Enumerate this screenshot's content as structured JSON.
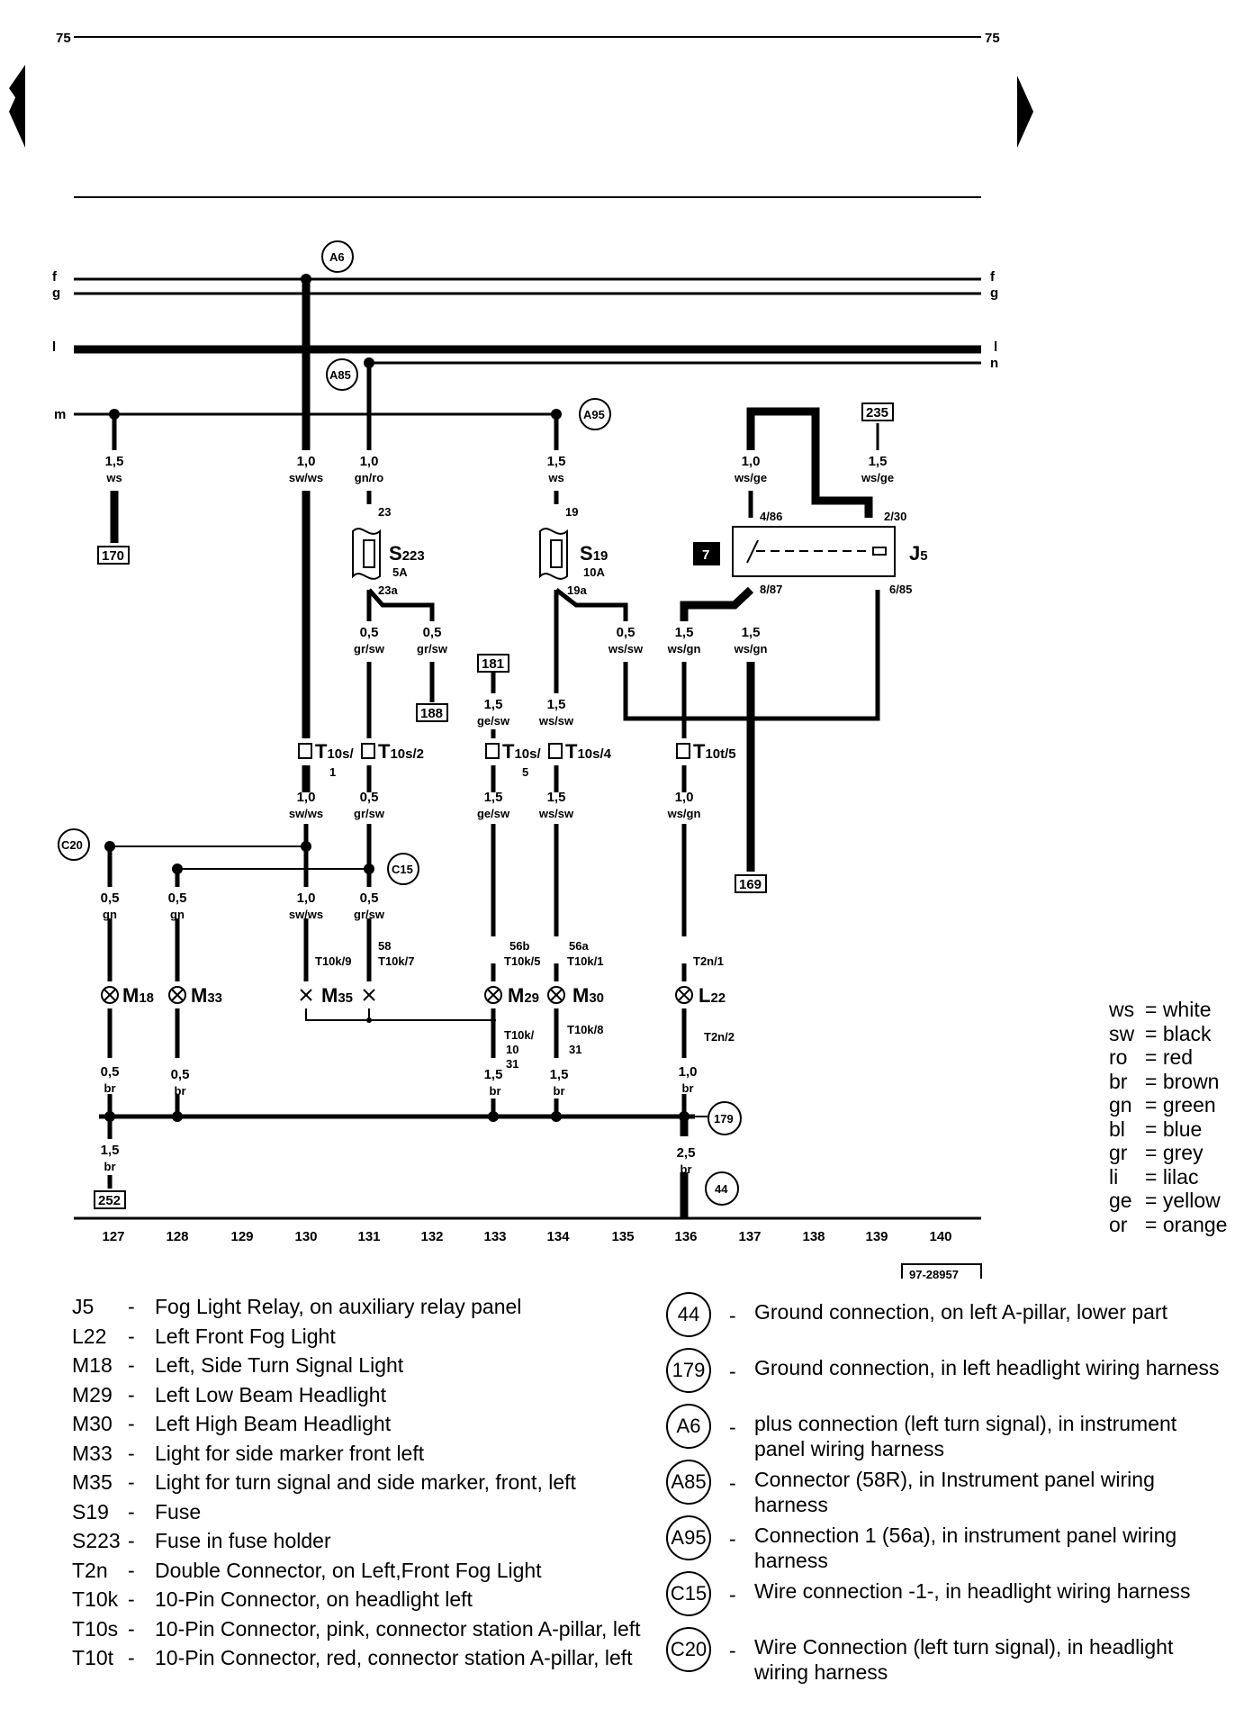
{
  "page": {
    "number_left": "75",
    "number_right": "75",
    "ref_code": "97-28957"
  },
  "rails": {
    "f": "f",
    "g": "g",
    "l": "l",
    "n": "n",
    "m": "m"
  },
  "columns": [
    "127",
    "128",
    "129",
    "130",
    "131",
    "132",
    "133",
    "134",
    "135",
    "136",
    "137",
    "138",
    "139",
    "140"
  ],
  "circle_labels": {
    "a6": "A6",
    "a85": "A85",
    "a95": "A95",
    "c20": "C20",
    "c15": "C15",
    "g179": "179",
    "g44": "44"
  },
  "box_labels": {
    "b170": "170",
    "b235": "235",
    "b181": "181",
    "b188": "188",
    "b169": "169",
    "b252": "252",
    "b7": "7"
  },
  "wires": {
    "w1": [
      "1,5",
      "ws"
    ],
    "w2": [
      "1,0",
      "sw/ws"
    ],
    "w3": [
      "1,0",
      "gn/ro"
    ],
    "w4": [
      "1,5",
      "ws"
    ],
    "w5": [
      "1,0",
      "ws/ge"
    ],
    "w6": [
      "1,5",
      "ws/ge"
    ],
    "w7": [
      "0,5",
      "gr/sw"
    ],
    "w8": [
      "0,5",
      "gr/sw"
    ],
    "w9": [
      "0,5",
      "ws/sw"
    ],
    "w10": [
      "1,5",
      "ws/gn"
    ],
    "w11": [
      "1,5",
      "ws/gn"
    ],
    "w12": [
      "1,5",
      "ge/sw"
    ],
    "w13": [
      "1,5",
      "ws/sw"
    ],
    "w14": [
      "1,0",
      "sw/ws"
    ],
    "w15": [
      "0,5",
      "gr/sw"
    ],
    "w16": [
      "1,5",
      "ge/sw"
    ],
    "w17": [
      "1,5",
      "ws/sw"
    ],
    "w18": [
      "1,0",
      "ws/gn"
    ],
    "w19": [
      "0,5",
      "gn"
    ],
    "w20": [
      "0,5",
      "gn"
    ],
    "w21": [
      "1,0",
      "sw/ws"
    ],
    "w22": [
      "0,5",
      "gr/sw"
    ],
    "w23": [
      "0,5",
      "br"
    ],
    "w24": [
      "0,5",
      "br"
    ],
    "w25": [
      "1,5",
      "br"
    ],
    "w26": [
      "1,5",
      "br"
    ],
    "w27": [
      "1,0",
      "br"
    ],
    "w28": [
      "1,5",
      "br"
    ],
    "w29": [
      "2,5",
      "br"
    ]
  },
  "pins": {
    "p23": "23",
    "p23a": "23a",
    "p19": "19",
    "p19a": "19a",
    "p486": "4/86",
    "p230": "2/30",
    "p887": "8/87",
    "p685": "6/85",
    "t10k9": "T10k/9",
    "t10k7": "T10k/7",
    "t10k5": "T10k/5",
    "t10k1": "T10k/1",
    "t2n1": "T2n/1",
    "t2n2": "T2n/2",
    "t10k10": "T10k/",
    "t10k10b": "10",
    "t10k8": "T10k/8",
    "n58": "58",
    "n56b": "56b",
    "n56a": "56a",
    "n31a": "31",
    "n31b": "31"
  },
  "components": {
    "s223": "S",
    "s223_sub": "223",
    "s223_amp": "5A",
    "s19": "S",
    "s19_sub": "19",
    "s19_amp": "10A",
    "j5": "J",
    "j5_sub": "5",
    "t10s1": "T",
    "t10s1_sub": "10s/",
    "t10s1_b": "1",
    "t10s2": "T",
    "t10s2_sub": "10s/2",
    "t10s5": "T",
    "t10s5_sub": "10s/",
    "t10s5_b": "5",
    "t10s4": "T",
    "t10s4_sub": "10s/4",
    "t10t5": "T",
    "t10t5_sub": "10t/5",
    "m18": "M",
    "m18_sub": "18",
    "m33": "M",
    "m33_sub": "33",
    "m35": "M",
    "m35_sub": "35",
    "m29": "M",
    "m29_sub": "29",
    "m30": "M",
    "m30_sub": "30",
    "l22": "L",
    "l22_sub": "22"
  },
  "color_legend": [
    {
      "ab": "ws",
      "name": "= white"
    },
    {
      "ab": "sw",
      "name": "= black"
    },
    {
      "ab": "ro",
      "name": "= red"
    },
    {
      "ab": "br",
      "name": "= brown"
    },
    {
      "ab": "gn",
      "name": "= green"
    },
    {
      "ab": "bl",
      "name": "= blue"
    },
    {
      "ab": "gr",
      "name": "= grey"
    },
    {
      "ab": "li",
      "name": "= lilac"
    },
    {
      "ab": "ge",
      "name": "= yellow"
    },
    {
      "ab": "or",
      "name": "= orange"
    }
  ],
  "legend_left": [
    {
      "code": "J5",
      "desc": "Fog Light Relay, on auxiliary relay panel"
    },
    {
      "code": "L22",
      "desc": "Left Front Fog Light"
    },
    {
      "code": "M18",
      "desc": "Left, Side Turn Signal Light"
    },
    {
      "code": "M29",
      "desc": "Left Low Beam Headlight"
    },
    {
      "code": "M30",
      "desc": "Left High Beam Headlight"
    },
    {
      "code": "M33",
      "desc": "Light for side marker front left"
    },
    {
      "code": "M35",
      "desc": "Light for turn signal and side marker, front, left"
    },
    {
      "code": "S19",
      "desc": "Fuse"
    },
    {
      "code": "S223",
      "desc": "Fuse in fuse holder"
    },
    {
      "code": "T2n",
      "desc": "Double Connector, on Left,Front Fog Light"
    },
    {
      "code": "T10k",
      "desc": "10-Pin Connector, on headlight left"
    },
    {
      "code": "T10s",
      "desc": "10-Pin Connector, pink, connector station A-pillar, left"
    },
    {
      "code": "T10t",
      "desc": "10-Pin Connector, red, connector station A-pillar, left"
    }
  ],
  "legend_right": [
    {
      "code": "44",
      "desc": "Ground connection, on left A-pillar, lower part"
    },
    {
      "code": "179",
      "desc": "Ground connection, in left headlight wiring harness"
    },
    {
      "code": "A6",
      "desc": "plus connection (left turn signal), in instrument panel wiring harness"
    },
    {
      "code": "A85",
      "desc": "Connector (58R), in Instrument panel wiring harness"
    },
    {
      "code": "A95",
      "desc": "Connection 1 (56a), in instrument panel wiring harness"
    },
    {
      "code": "C15",
      "desc": "Wire connection -1-, in headlight  wiring harness"
    },
    {
      "code": "C20",
      "desc": "Wire Connection (left turn signal), in headlight wiring harness"
    }
  ]
}
